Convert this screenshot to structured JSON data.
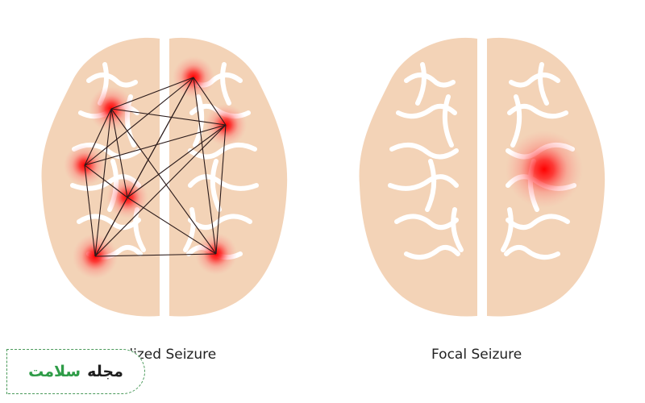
{
  "captions": {
    "left": "alized Seizure",
    "right": "Focal Seizure"
  },
  "logo": {
    "word_1": "مجله",
    "word_2": "سلامت"
  },
  "colors": {
    "brain_fill": "#f3d3b7",
    "brain_fold": "#ffffff",
    "hotspot": "#ff1a1a",
    "connection_line": "#2a1a1a",
    "logo_green": "#2e9c47",
    "logo_dark": "#1e1e1e"
  },
  "diagram": {
    "left_brain": {
      "title": "generalized",
      "hotspot_count": 7
    },
    "right_brain": {
      "title": "focal",
      "hotspot_count": 1
    }
  }
}
